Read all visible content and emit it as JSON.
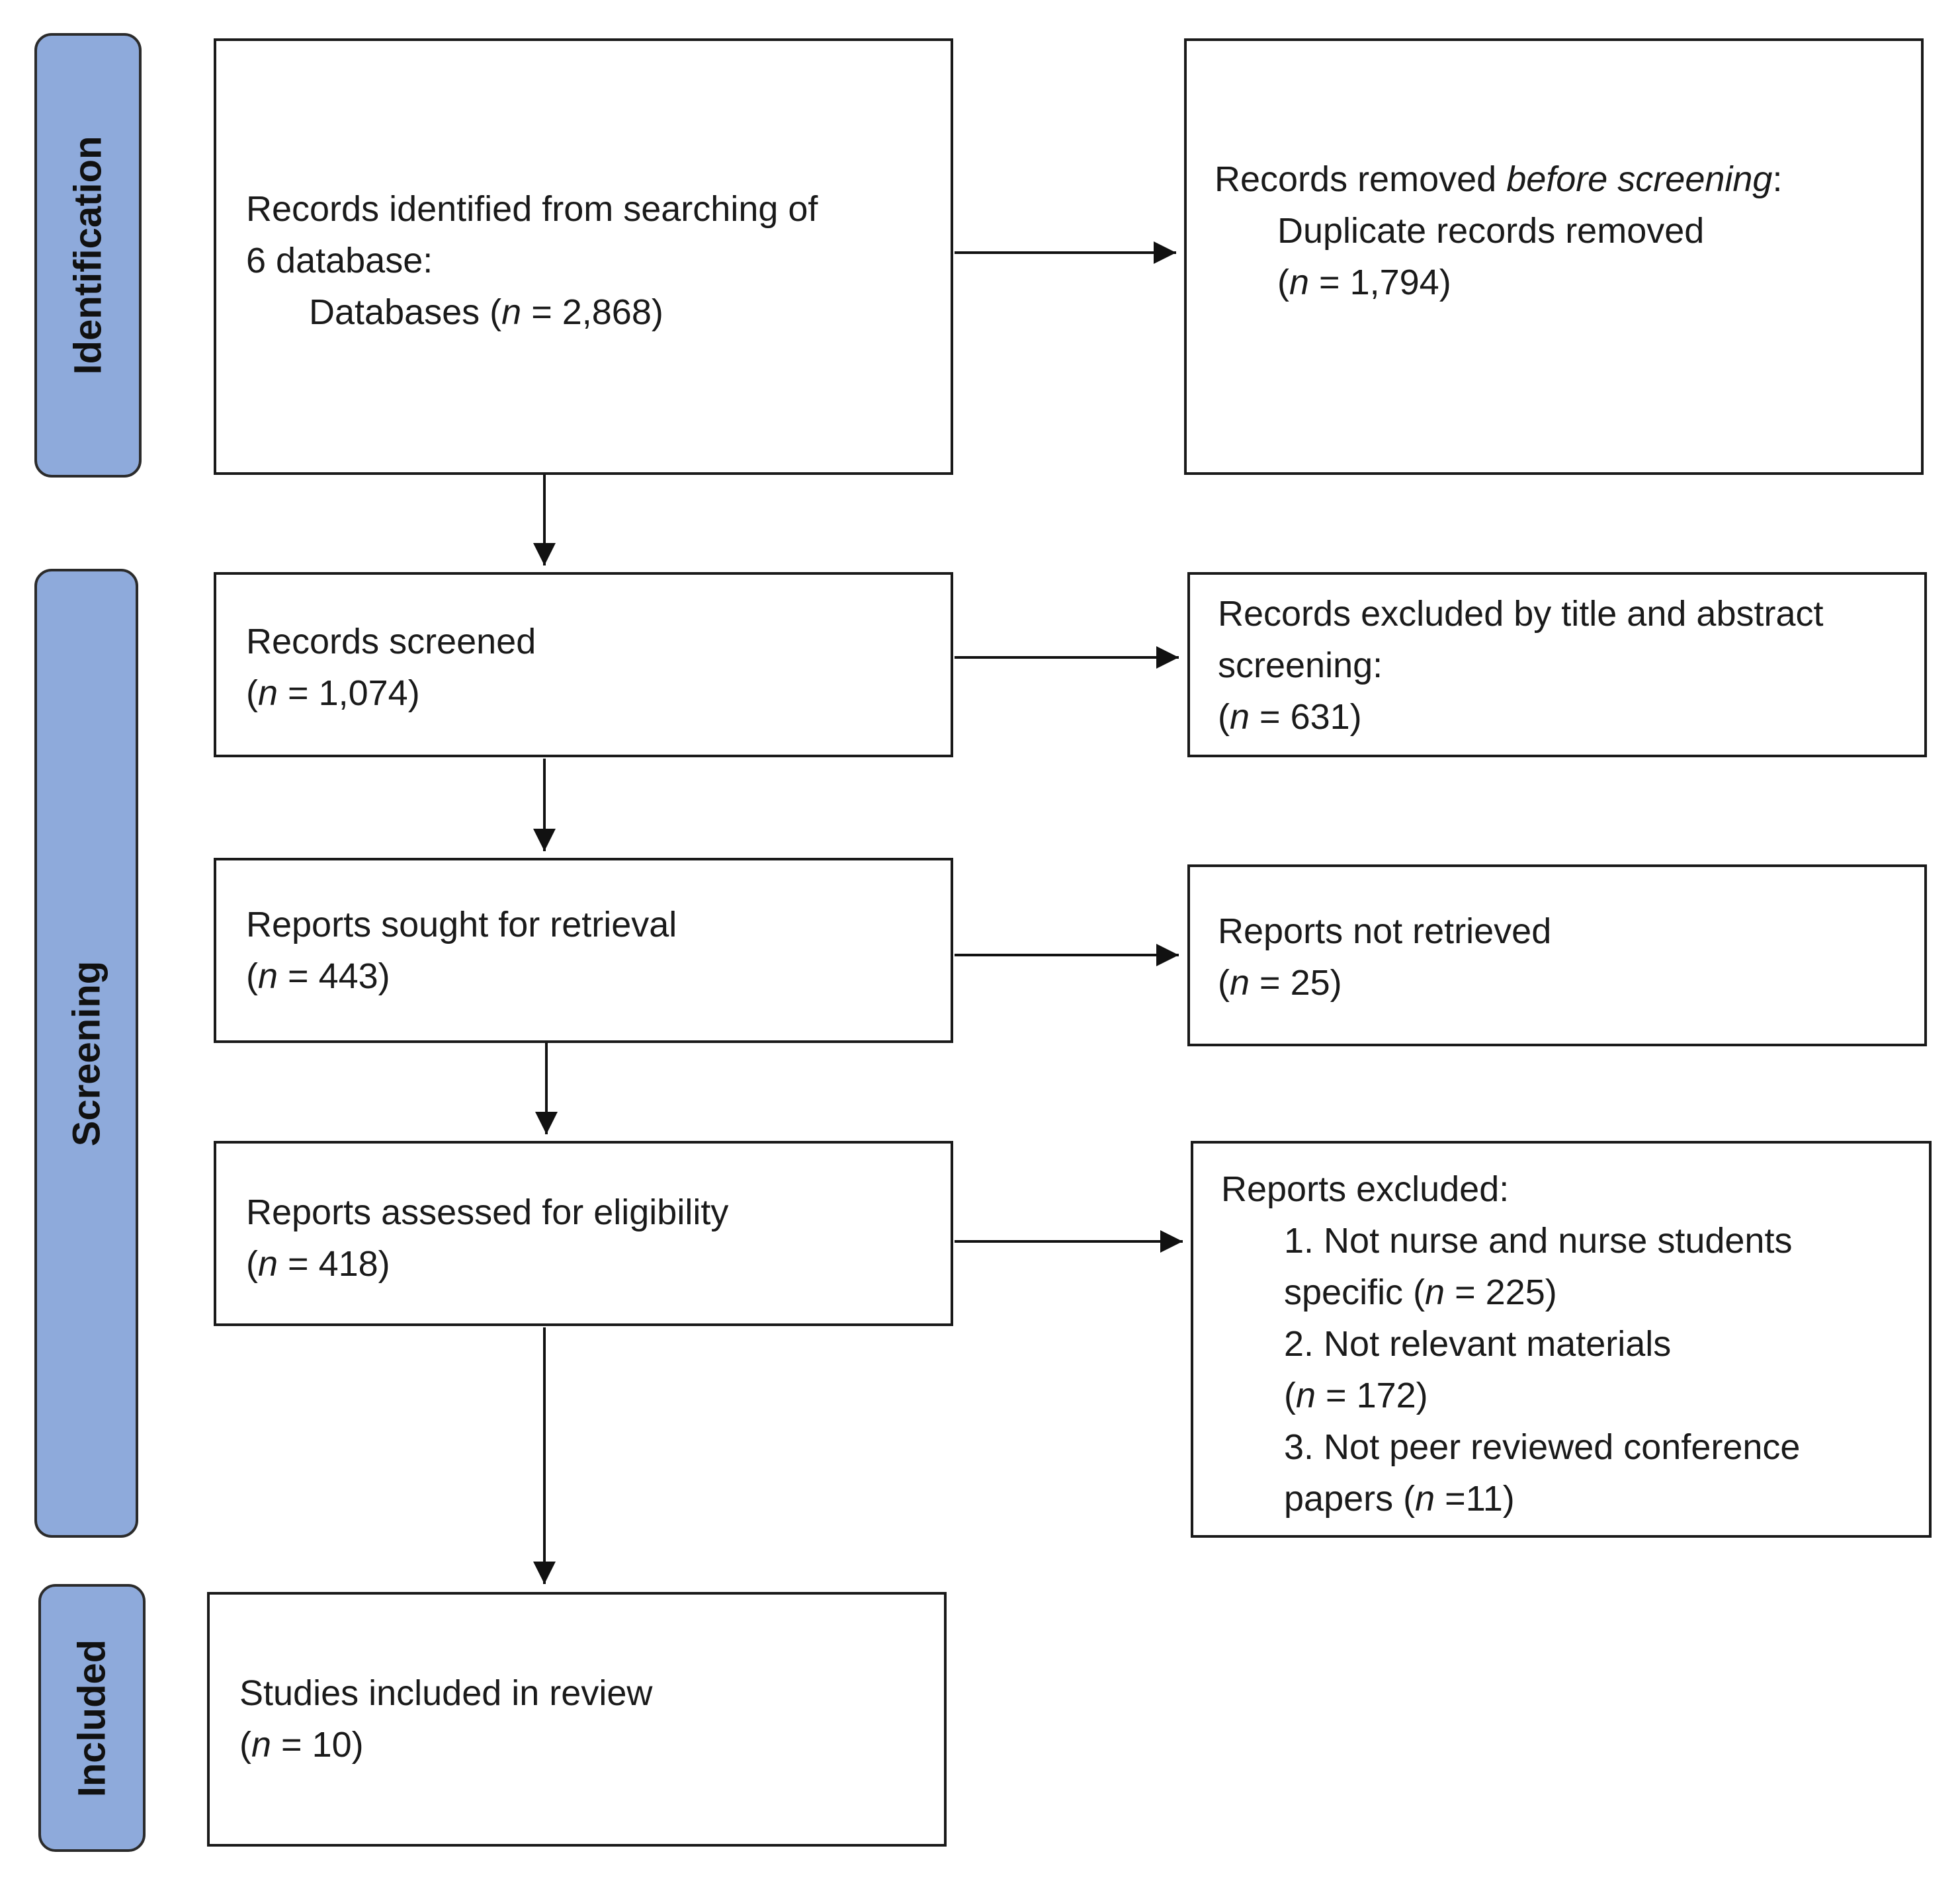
{
  "phases": {
    "identification": "Identification",
    "screening": "Screening",
    "included": "Included"
  },
  "boxes": {
    "identified": {
      "line1": "Records identified from searching of",
      "line2": "6 database:",
      "line3_prefix": "Databases (",
      "n_symbol": "n",
      "line3_suffix": " = 2,868)"
    },
    "removed": {
      "line1_prefix": "Records removed ",
      "line1_italic": "before screening",
      "line1_suffix": ":",
      "line2": "Duplicate records removed",
      "line3_prefix": "(",
      "n_symbol": "n",
      "line3_suffix": " = 1,794)"
    },
    "screened": {
      "line1": "Records screened",
      "line2_prefix": "(",
      "n_symbol": "n",
      "line2_suffix": " = 1,074)"
    },
    "excluded_title": {
      "line1": "Records excluded by title and abstract",
      "line2": "screening:",
      "line3_prefix": "(",
      "n_symbol": "n",
      "line3_suffix": " = 631)"
    },
    "sought": {
      "line1": "Reports sought for retrieval",
      "line2_prefix": "(",
      "n_symbol": "n",
      "line2_suffix": " = 443)"
    },
    "not_retrieved": {
      "line1": "Reports not retrieved",
      "line2_prefix": "(",
      "n_symbol": "n",
      "line2_suffix": " = 25)"
    },
    "assessed": {
      "line1": "Reports assessed for eligibility",
      "line2_prefix": "(",
      "n_symbol": "n",
      "line2_suffix": " = 418)"
    },
    "excluded_reports": {
      "line1": "Reports excluded:",
      "item1_a": "1. Not nurse and nurse students",
      "item1_b_prefix": "specific (",
      "item1_n": "n",
      "item1_b_suffix": " = 225)",
      "item2_a": "2. Not relevant materials",
      "item2_b_prefix": "(",
      "item2_n": "n",
      "item2_b_suffix": " = 172)",
      "item3_a": "3. Not peer reviewed conference",
      "item3_b_prefix": "papers (",
      "item3_n": "n",
      "item3_b_suffix": " =11)"
    },
    "included": {
      "line1": "Studies included in review",
      "line2_prefix": "(",
      "n_symbol": "n",
      "line2_suffix": " = 10)"
    }
  }
}
